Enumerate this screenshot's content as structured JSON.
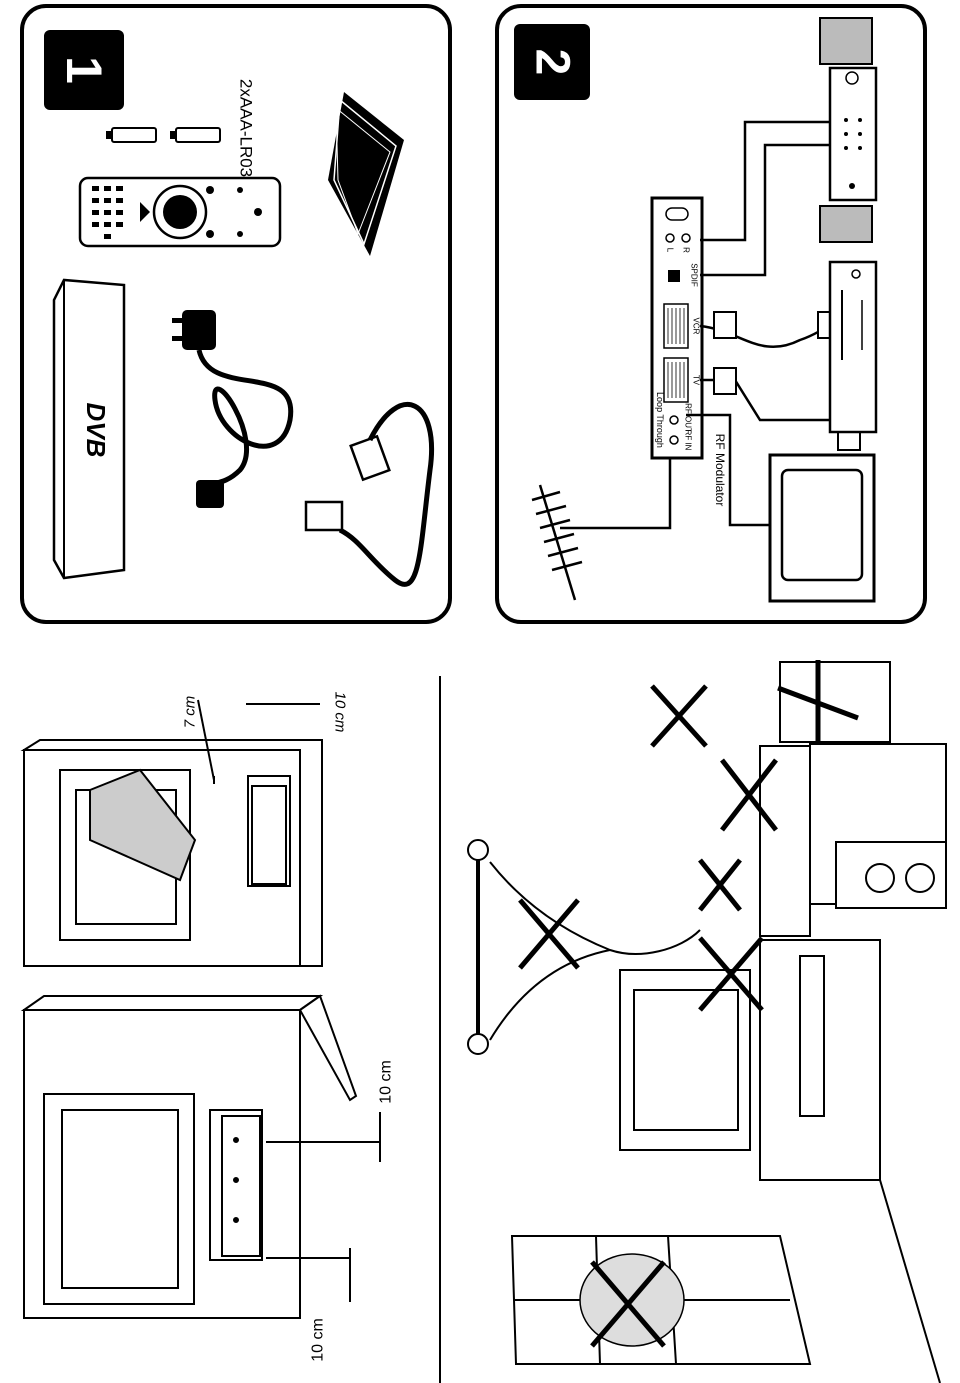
{
  "panel1": {
    "step_number": "1",
    "device_logo": "DVB",
    "battery_label": "2xAAA-LR03"
  },
  "panel2": {
    "step_number": "2",
    "loop_through_label": "Loop Through",
    "rf_in_label": "RF IN",
    "rf_out_label": "RF OUT",
    "tv_port_label": "TV",
    "vcr_port_label": "VCR",
    "spdif_label": "SPDIF",
    "audio_l_label": "L",
    "audio_r_label": "R",
    "rf_modulator_label": "RF Modulator"
  },
  "clearance": {
    "top_left": "10 cm",
    "top_right": "10 cm",
    "side_top": "7 cm",
    "side_bottom": "10 cm"
  }
}
